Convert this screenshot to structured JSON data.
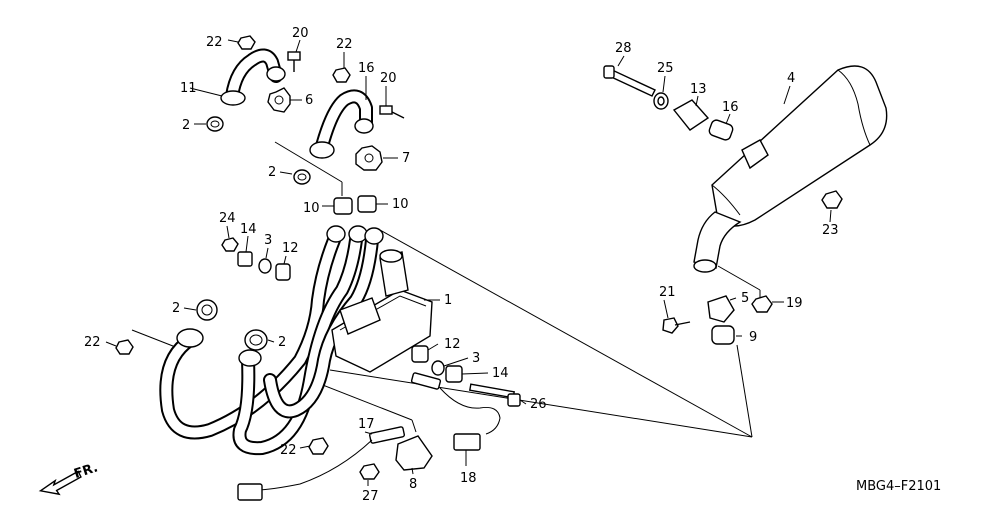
{
  "diagram_code": "MBG4–F2101",
  "direction_label": "FR.",
  "callouts": {
    "c1": "1",
    "c2a": "2",
    "c2b": "2",
    "c2c": "2",
    "c2d": "2",
    "c3a": "3",
    "c3b": "3",
    "c4": "4",
    "c5": "5",
    "c6": "6",
    "c7": "7",
    "c8": "8",
    "c9": "9",
    "c10a": "10",
    "c10b": "10",
    "c11": "11",
    "c12a": "12",
    "c12b": "12",
    "c13": "13",
    "c14a": "14",
    "c14b": "14",
    "c16a": "16",
    "c16b": "16",
    "c17": "17",
    "c18": "18",
    "c19": "19",
    "c20a": "20",
    "c20b": "20",
    "c21": "21",
    "c22a": "22",
    "c22b": "22",
    "c22c": "22",
    "c22d": "22",
    "c23": "23",
    "c24": "24",
    "c25": "25",
    "c26": "26",
    "c27": "27",
    "c28": "28"
  }
}
